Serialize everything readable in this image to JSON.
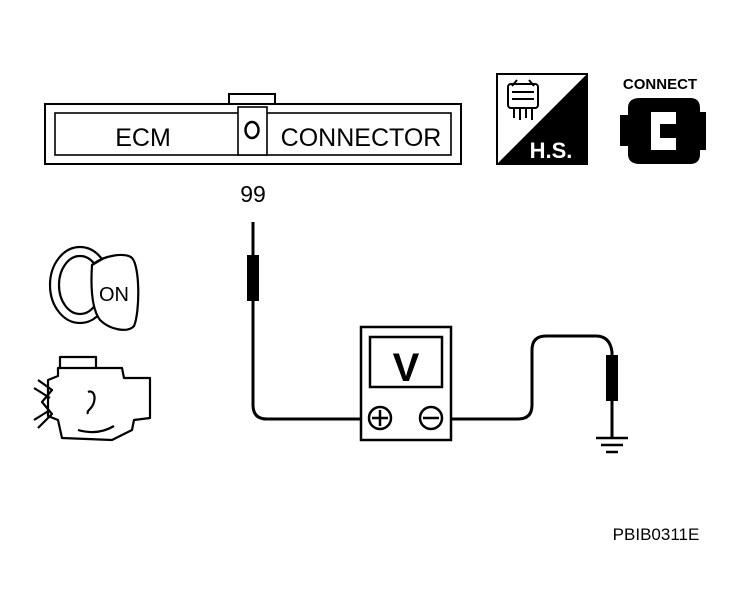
{
  "connector": {
    "left_label": "ECM",
    "right_label": "CONNECTOR",
    "terminal_number": "99"
  },
  "harness_side_badge": {
    "text": "H.S.",
    "icon": "harness-connector-icon"
  },
  "connect_badge": {
    "text": "CONNECT",
    "icon": "connector-plug-icon"
  },
  "ignition": {
    "key_text": "ON",
    "icon": "ignition-key-icon"
  },
  "engine": {
    "icon": "engine-running-icon"
  },
  "voltmeter": {
    "display": "V",
    "positive_symbol": "+",
    "negative_symbol": "−",
    "icon": "voltmeter-icon"
  },
  "ground": {
    "icon": "ground-symbol-icon"
  },
  "figure_code": "PBIB0311E"
}
